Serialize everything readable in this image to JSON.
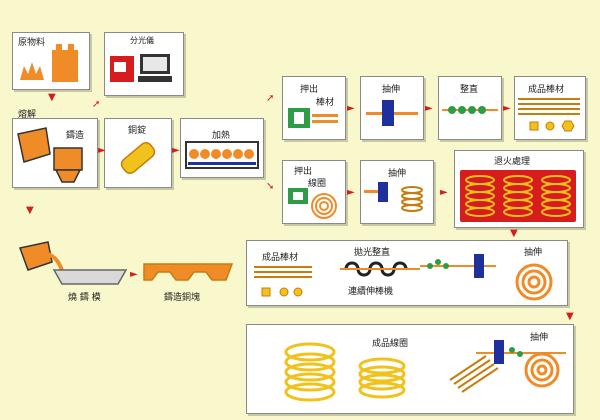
{
  "labels": {
    "raw_material": "原物料",
    "spectrometer": "分光儀",
    "melting": "熔解",
    "casting": "鑄造",
    "ingot": "銅錠",
    "heating": "加熱",
    "extrude_rod_1": "押出",
    "extrude_rod_2": "棒材",
    "draw_1": "抽伸",
    "straighten": "整直",
    "finished_rod": "成品棒材",
    "extrude_coil_1": "押出",
    "extrude_coil_2": "線圈",
    "draw_2": "抽伸",
    "anneal": "退火處理",
    "finished_rod_2": "成品棒材",
    "polish_straighten": "拋光整直",
    "continuous_drawing_machine": "連續伸棒機",
    "draw_3": "抽伸",
    "mold": "燒 鑄 模",
    "cast_copper_block": "鑄造銅塊",
    "finished_coil": "成品線圈",
    "draw_4": "抽伸"
  },
  "colors": {
    "background": "#f8f8cc",
    "orange": "#f08c28",
    "arrow": "#d61c1c",
    "green": "#2e9b45",
    "blue": "#1f2f9c",
    "gold": "#f2c21c"
  }
}
